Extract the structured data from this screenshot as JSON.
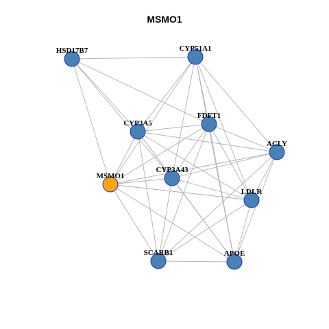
{
  "title": "MSMO1",
  "colors": {
    "node_fill": "#4682b4",
    "highlight_fill": "#ffa500",
    "node_stroke": "#1f33c8",
    "edge": "#b0b0b0"
  },
  "nodes": [
    {
      "id": "HSD17B7",
      "label": "HSD17B7",
      "highlight": false
    },
    {
      "id": "CYP51A1",
      "label": "CYP51A1",
      "highlight": false
    },
    {
      "id": "FDFT1",
      "label": "FDFT1",
      "highlight": false
    },
    {
      "id": "CYP3A5",
      "label": "CYP3A5",
      "highlight": false
    },
    {
      "id": "ACLY",
      "label": "ACLY",
      "highlight": false
    },
    {
      "id": "MSMO1",
      "label": "MSMO1",
      "highlight": true
    },
    {
      "id": "CYP3A43",
      "label": "CYP3A43",
      "highlight": false
    },
    {
      "id": "LDLR",
      "label": "LDLR",
      "highlight": false
    },
    {
      "id": "SCARB1",
      "label": "SCARB1",
      "highlight": false
    },
    {
      "id": "APOE",
      "label": "APOE",
      "highlight": false
    }
  ],
  "edges": [
    [
      "HSD17B7",
      "CYP51A1"
    ],
    [
      "HSD17B7",
      "CYP3A5"
    ],
    [
      "HSD17B7",
      "CYP3A43"
    ],
    [
      "HSD17B7",
      "MSMO1"
    ],
    [
      "HSD17B7",
      "FDFT1"
    ],
    [
      "CYP51A1",
      "FDFT1"
    ],
    [
      "CYP51A1",
      "CYP3A5"
    ],
    [
      "CYP51A1",
      "MSMO1"
    ],
    [
      "CYP51A1",
      "CYP3A43"
    ],
    [
      "CYP51A1",
      "ACLY"
    ],
    [
      "CYP51A1",
      "LDLR"
    ],
    [
      "CYP51A1",
      "APOE"
    ],
    [
      "FDFT1",
      "CYP3A5"
    ],
    [
      "FDFT1",
      "MSMO1"
    ],
    [
      "FDFT1",
      "CYP3A43"
    ],
    [
      "FDFT1",
      "ACLY"
    ],
    [
      "FDFT1",
      "LDLR"
    ],
    [
      "FDFT1",
      "SCARB1"
    ],
    [
      "FDFT1",
      "APOE"
    ],
    [
      "CYP3A5",
      "CYP3A43"
    ],
    [
      "CYP3A5",
      "ACLY"
    ],
    [
      "CYP3A5",
      "MSMO1"
    ],
    [
      "CYP3A5",
      "LDLR"
    ],
    [
      "CYP3A5",
      "SCARB1"
    ],
    [
      "CYP3A5",
      "APOE"
    ],
    [
      "ACLY",
      "MSMO1"
    ],
    [
      "ACLY",
      "CYP3A43"
    ],
    [
      "ACLY",
      "LDLR"
    ],
    [
      "ACLY",
      "SCARB1"
    ],
    [
      "ACLY",
      "APOE"
    ],
    [
      "MSMO1",
      "CYP3A43"
    ],
    [
      "MSMO1",
      "LDLR"
    ],
    [
      "MSMO1",
      "SCARB1"
    ],
    [
      "MSMO1",
      "APOE"
    ],
    [
      "CYP3A43",
      "LDLR"
    ],
    [
      "CYP3A43",
      "SCARB1"
    ],
    [
      "CYP3A43",
      "APOE"
    ],
    [
      "LDLR",
      "SCARB1"
    ],
    [
      "LDLR",
      "APOE"
    ],
    [
      "SCARB1",
      "APOE"
    ]
  ]
}
